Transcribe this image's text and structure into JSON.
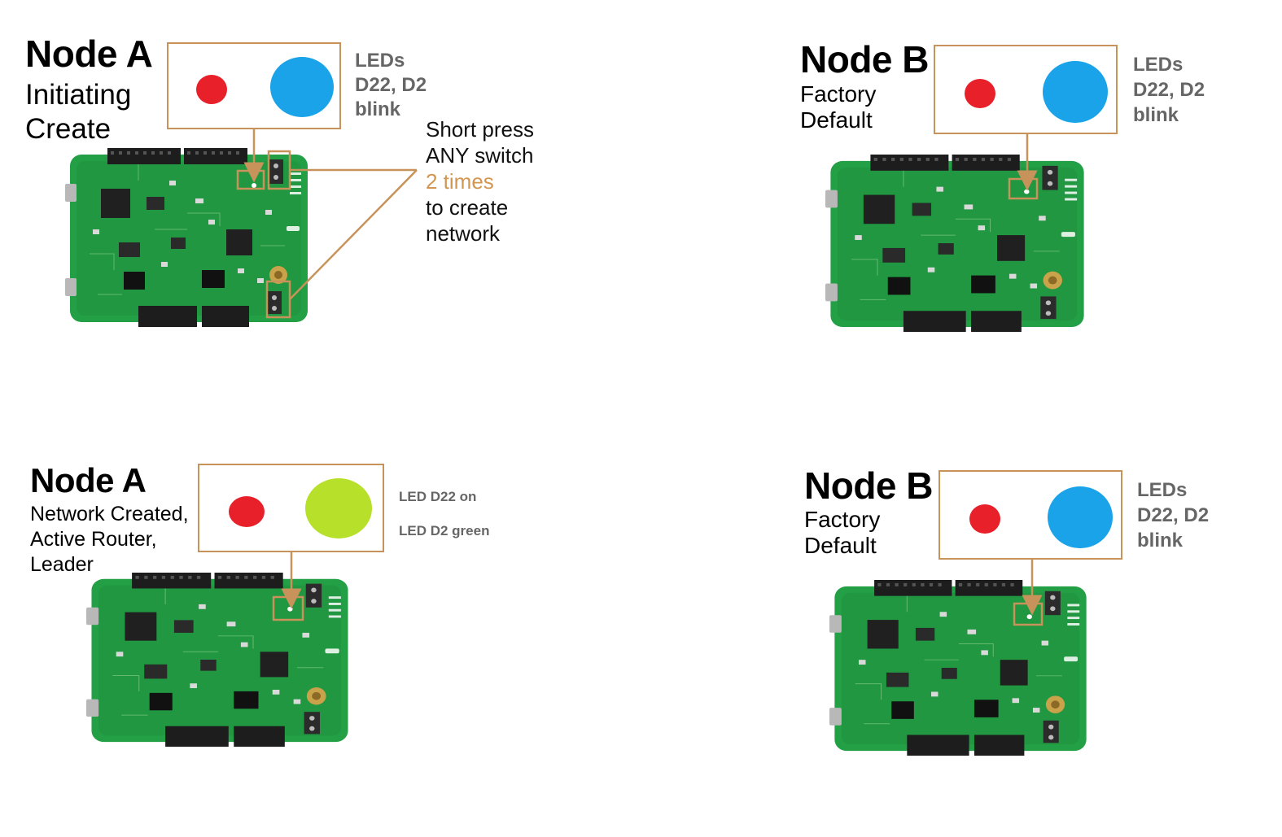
{
  "panels": {
    "top_left": {
      "title": "Node A",
      "subtitle": [
        "Initiating",
        "Create"
      ],
      "led_label": [
        "LEDs",
        "D22, D2",
        "blink"
      ],
      "leds": {
        "red": "#e8202a",
        "main": "#1aa3e8"
      },
      "instruction": {
        "line1": "Short press",
        "line2": "ANY switch",
        "line3": "2 times",
        "line4": "to create",
        "line5": "network"
      }
    },
    "top_right": {
      "title": "Node B",
      "subtitle": [
        "Factory",
        "Default"
      ],
      "led_label": [
        "LEDs",
        "D22, D2",
        "blink"
      ],
      "leds": {
        "red": "#e8202a",
        "main": "#1aa3e8"
      }
    },
    "bottom_left": {
      "title": "Node A",
      "subtitle": [
        "Network Created,",
        "Active Router,",
        "Leader"
      ],
      "led_label": [
        "LED D22 on",
        "LED D2 green"
      ],
      "leds": {
        "red": "#e8202a",
        "main": "#b7e02a"
      }
    },
    "bottom_right": {
      "title": "Node B",
      "subtitle": [
        "Factory",
        "Default"
      ],
      "led_label": [
        "LEDs",
        "D22, D2",
        "blink"
      ],
      "leds": {
        "red": "#e8202a",
        "main": "#1aa3e8"
      }
    }
  },
  "colors": {
    "connector": "#c8935a",
    "highlight_text": "#d39650",
    "board_green": "#23a046"
  }
}
